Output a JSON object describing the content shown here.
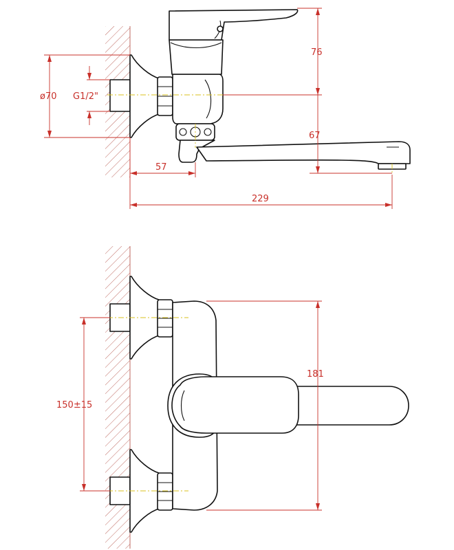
{
  "colors": {
    "dimension": "#c8302a",
    "centerline": "#d8c21c",
    "outline": "#111111",
    "wall_hatch": "#b85a50"
  },
  "side_view": {
    "flange_diameter": "ø70",
    "thread": "G1/2\"",
    "height_76": "76",
    "spout_height_67": "67",
    "wall_to_body_57": "57",
    "overall_reach_229": "229"
  },
  "top_view": {
    "inlet_spacing": "150±15",
    "body_length_181": "181"
  }
}
